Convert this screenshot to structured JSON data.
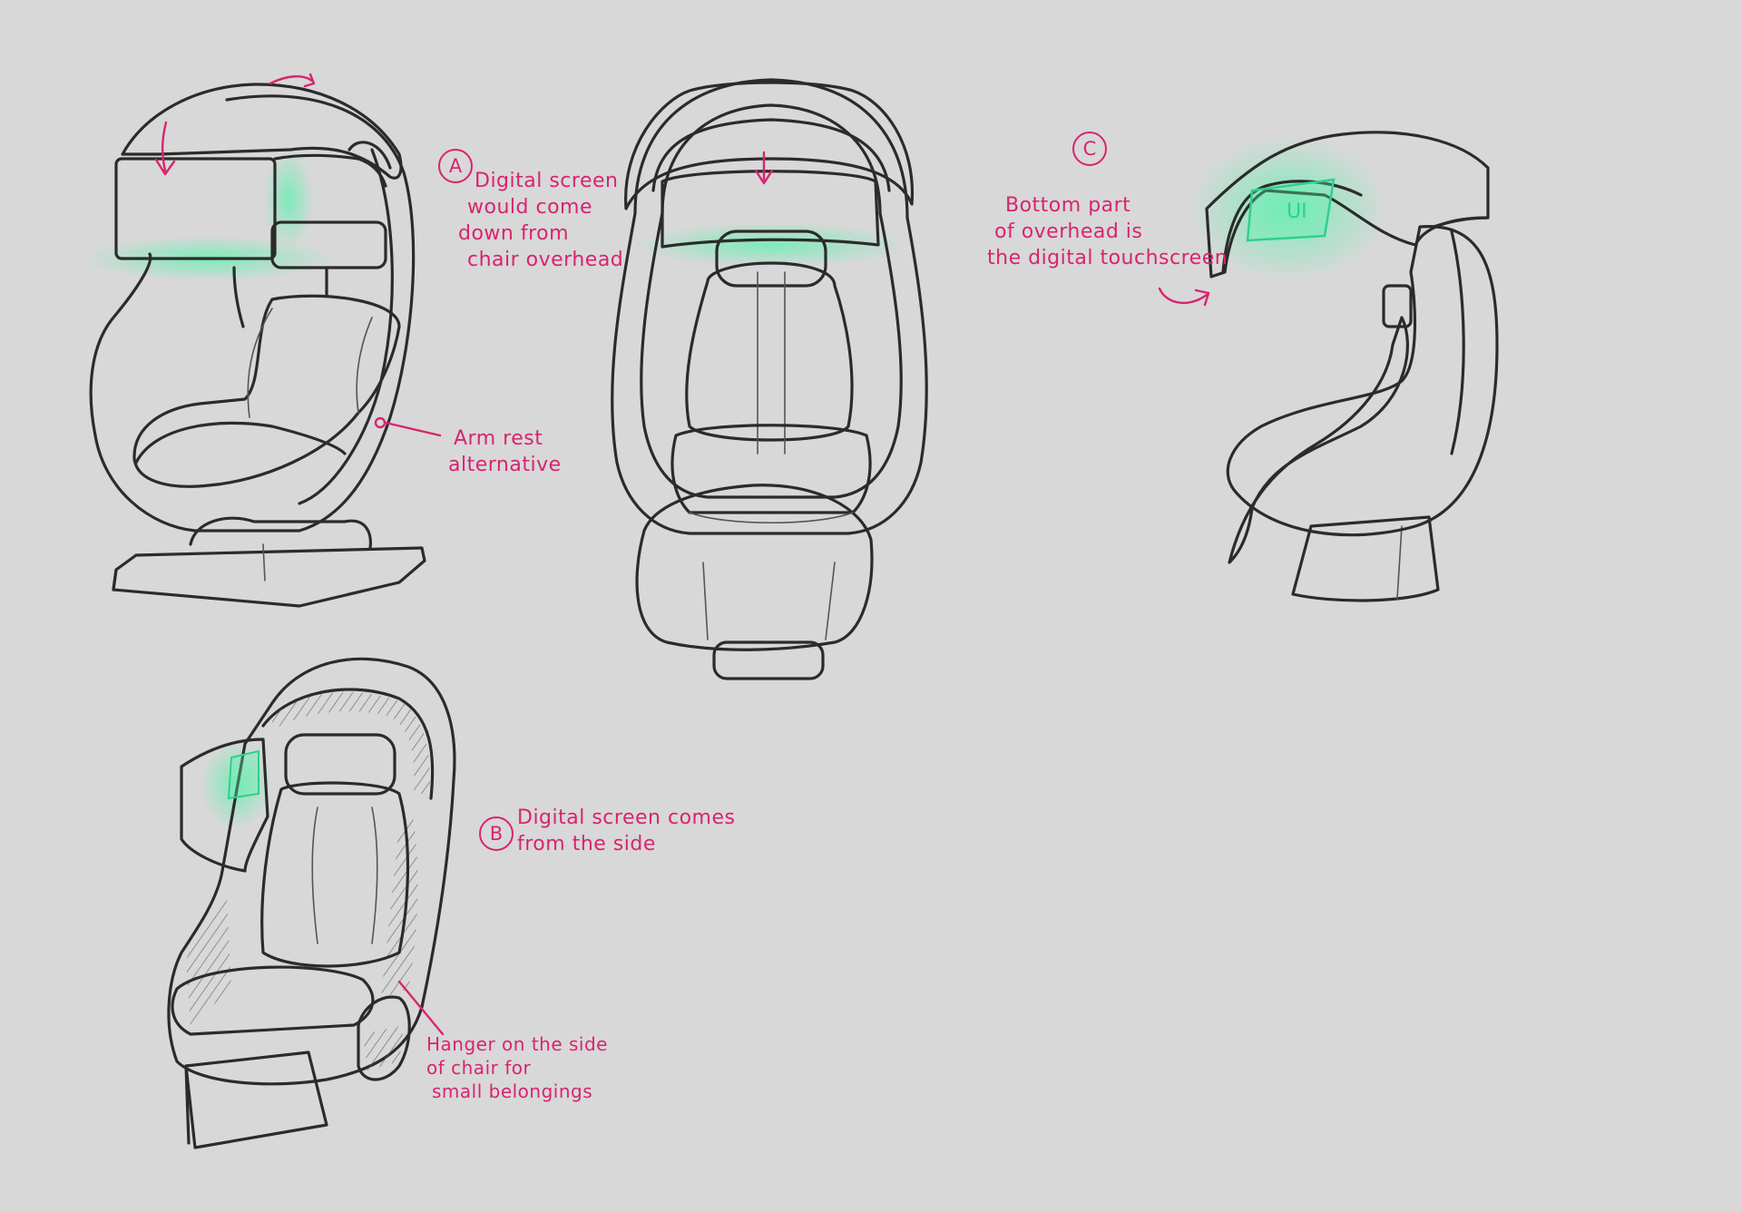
{
  "annotations": {
    "a": {
      "badge": "A",
      "lines": [
        "Digital screen",
        "would come",
        "down from",
        "chair overhead"
      ]
    },
    "armrest": {
      "lines": [
        "Arm rest",
        "alternative"
      ]
    },
    "c": {
      "badge": "C",
      "lines": [
        "Bottom part",
        "of overhead is",
        "the digital touchscreen"
      ]
    },
    "b": {
      "badge": "B",
      "lines": [
        "Digital screen  comes",
        "from the side"
      ]
    },
    "hanger": {
      "lines": [
        "Hanger on the side",
        "of chair for",
        "small belongings"
      ]
    }
  },
  "screen_label": "UI",
  "colors": {
    "background": "#d8d8d8",
    "ink": "#2b2b2b",
    "annotation": "#d8246f",
    "screen": "#7a7a7a",
    "glow": "#5ff0b0"
  }
}
